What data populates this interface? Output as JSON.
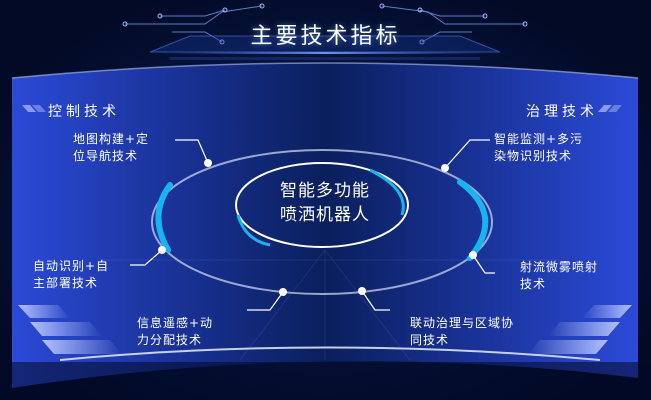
{
  "header": {
    "title": "主要技术指标"
  },
  "sections": {
    "left_label": "控制技术",
    "right_label": "治理技术"
  },
  "center": {
    "line1": "智能多功能",
    "line2": "喷洒机器人"
  },
  "items": [
    {
      "line1": "地图构建+定",
      "line2": "位导航技术",
      "group": "控制技术"
    },
    {
      "line1": "自动识别+自",
      "line2": "主部署技术",
      "group": "控制技术"
    },
    {
      "line1": "信息遥感+动",
      "line2": "力分配技术",
      "group": "控制技术"
    },
    {
      "line1": "智能监测+多污",
      "line2": "染物识别技术",
      "group": "治理技术"
    },
    {
      "line1": "射流微雾喷射",
      "line2": "技术",
      "group": "治理技术"
    },
    {
      "line1": "联动治理与区域协",
      "line2": "同技术",
      "group": "治理技术"
    }
  ],
  "colors": {
    "background": "#020a26",
    "panel_blue": "#2a45d0",
    "accent_cyan": "#18b4f0",
    "text": "#ffffff"
  }
}
